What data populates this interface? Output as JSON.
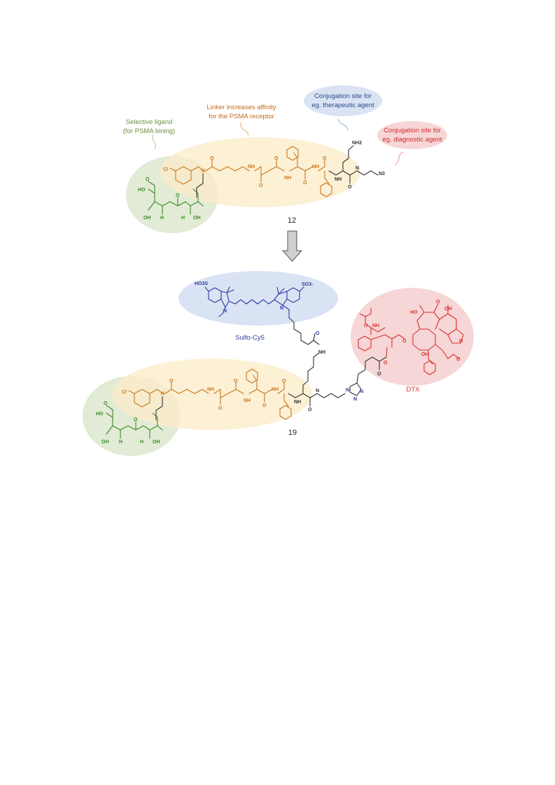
{
  "annotations": {
    "selective_ligand": [
      "Selective ligand",
      "(for PSMA bining)"
    ],
    "linker": [
      "Linker increases affinity",
      "for the PSMA receptor"
    ],
    "conj_therapeutic": [
      "Conjugation site for",
      "eg. therapeutic agent"
    ],
    "conj_diagnostic": [
      "Conjugation site for",
      "eg. diagnostic agent"
    ],
    "sulfo_cy5": "Sulfo-Cy5",
    "dtx": "DTX"
  },
  "compounds": {
    "top": "12",
    "bottom": "19"
  },
  "atoms": {
    "cl": "Cl",
    "n": "N",
    "o": "O",
    "h": "H",
    "nh": "NH",
    "oh": "OH",
    "ho": "HO",
    "nh2": "NH2",
    "n3": "N3",
    "so3h": "HO3S",
    "so3": "SO3-"
  },
  "colors": {
    "ligand": "#3a8a2a",
    "linker": "#c8781c",
    "scaffold": "#333333",
    "dye": "#2c3b9c",
    "drug": "#d93030",
    "green_halo": "#dfe9d0",
    "yellow_halo": "#fbeccb",
    "blue_halo": "#d9e3f4",
    "red_halo": "#f6d6d6",
    "arrow": "#cfcfcf"
  }
}
